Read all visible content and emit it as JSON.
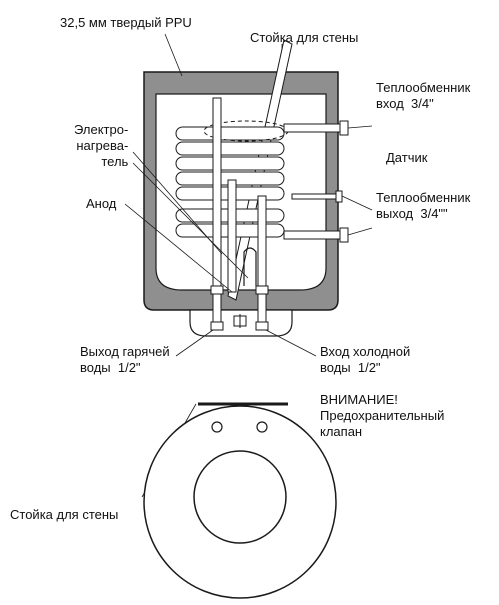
{
  "labels": {
    "ppu": "32,5 мм твердый PPU",
    "wall_stand_top": "Стойка для стены",
    "hx_inlet": "Теплообменник\nвход  3/4\"",
    "heater": "Электро-\nнагрева-\nтель",
    "sensor": "Датчик",
    "anode": "Анод",
    "hx_outlet": "Теплообменник\nвыход  3/4\"\"",
    "hot_out": "Выход гарячей\nводы  1/2\"",
    "cold_in": "Вход холодной\nводы  1/2\"",
    "warning": "ВНИМАНИЕ!\nПредохранительный\nклапан",
    "wall_stand_bottom": "Стойка для стены"
  },
  "colors": {
    "insulation": "#8f8f8f",
    "tank": "#ffffff",
    "line": "#1a1a1a"
  }
}
